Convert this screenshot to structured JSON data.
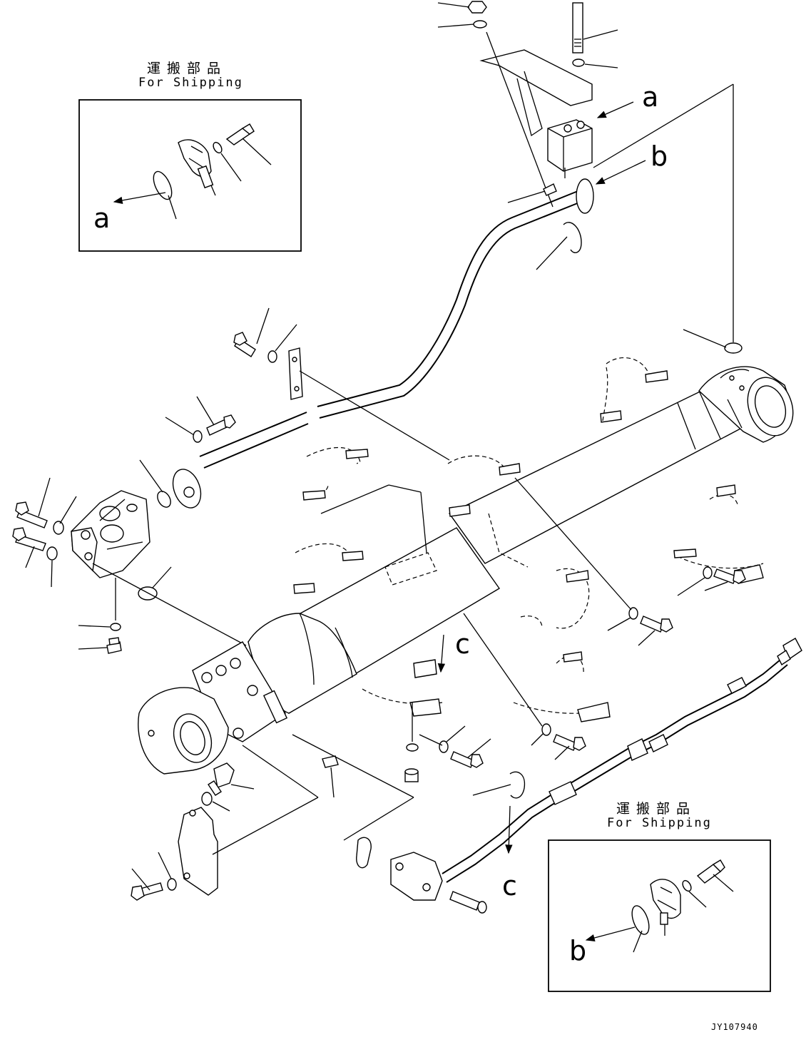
{
  "labels": {
    "shipping_top_jp": "運搬部品",
    "shipping_top_en": "For Shipping",
    "shipping_bottom_jp": "運搬部品",
    "shipping_bottom_en": "For Shipping",
    "ref_a_inset": "a",
    "ref_a_main": "a",
    "ref_b_main": "b",
    "ref_b_inset": "b",
    "ref_c_upper": "c",
    "ref_c_lower": "c",
    "drawing_code": "JY107940"
  }
}
